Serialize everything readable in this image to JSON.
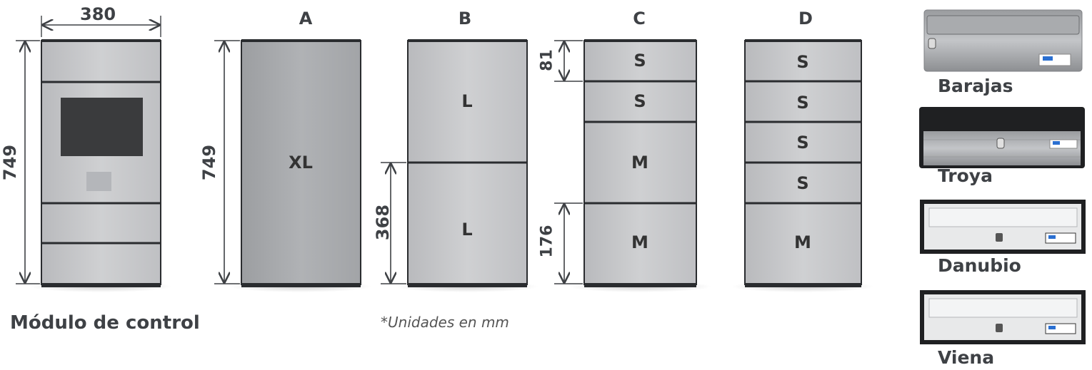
{
  "control_module": {
    "width_label": "380",
    "height_label": "749",
    "caption": "Módulo de control"
  },
  "columns": [
    {
      "letter": "A",
      "height_label": "749",
      "cells": [
        "XL"
      ]
    },
    {
      "letter": "B",
      "height_label": "368",
      "cells": [
        "L",
        "L"
      ]
    },
    {
      "letter": "C",
      "top_label": "81",
      "bottom_label": "176",
      "cells": [
        "S",
        "S",
        "M",
        "M"
      ]
    },
    {
      "letter": "D",
      "cells": [
        "S",
        "S",
        "S",
        "S",
        "M"
      ]
    }
  ],
  "units_note": "*Unidades en mm",
  "mailboxes": [
    {
      "name": "Barajas"
    },
    {
      "name": "Troya"
    },
    {
      "name": "Danubio"
    },
    {
      "name": "Viena"
    }
  ],
  "colors": {
    "panel_light": "#c6c7c9",
    "panel_dark": "#a8aaad",
    "frame": "#2a2c2f",
    "text": "#3e4145"
  }
}
